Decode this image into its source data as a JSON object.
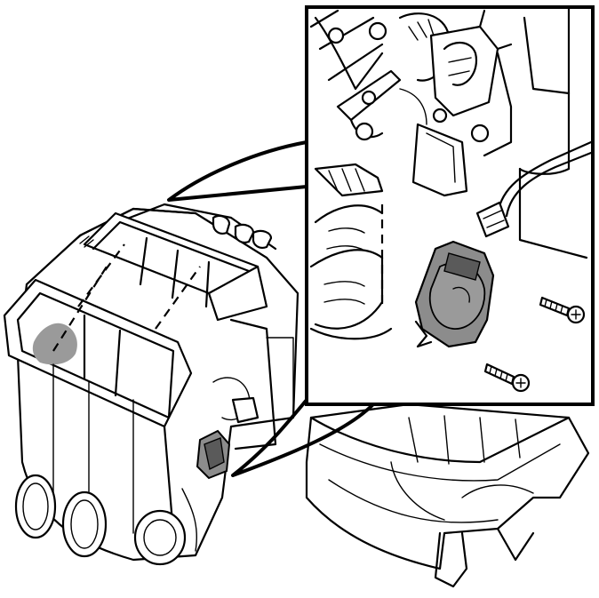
{
  "colors": {
    "line": "#000000",
    "background": "#ffffff",
    "highlight_part": "#8c8c8c",
    "highlight_dark": "#5a5a5a",
    "marked_area": "#9a9a9a"
  },
  "icons": {
    "main_assembly": "climate-unit-housing",
    "servo_motor": "actuator-motor",
    "connector": "wire-connector",
    "screw": "mounting-screw"
  },
  "detail": {
    "screw_count": 2,
    "connector_count": 1
  }
}
